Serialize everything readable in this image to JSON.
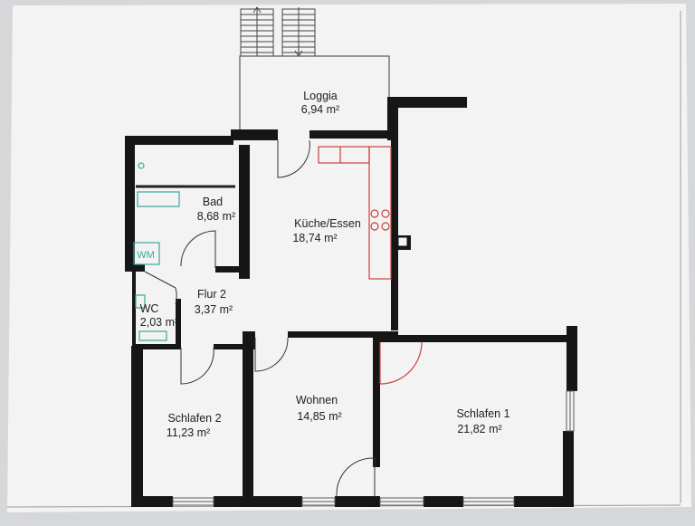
{
  "rooms": {
    "loggia": {
      "name": "Loggia",
      "area": "6,94 m²"
    },
    "bad": {
      "name": "Bad",
      "area": "8,68 m²"
    },
    "kueche": {
      "name": "Küche/Essen",
      "area": "18,74 m²"
    },
    "flur": {
      "name": "Flur 2",
      "area": "3,37 m²"
    },
    "wc": {
      "name": "WC",
      "area": "2,03 m²"
    },
    "schlafen2": {
      "name": "Schlafen 2",
      "area": "11,23 m²"
    },
    "wohnen": {
      "name": "Wohnen",
      "area": "14,85 m²"
    },
    "schlafen1": {
      "name": "Schlafen 1",
      "area": "21,82 m²"
    }
  },
  "fixtures": {
    "washing_machine": "WM"
  },
  "colors": {
    "wall": "#161616",
    "paper": "#f3f3f4",
    "kitchen": "#c8403c",
    "sanitary": "#3aa899",
    "thin_line": "#5a5a5a"
  }
}
